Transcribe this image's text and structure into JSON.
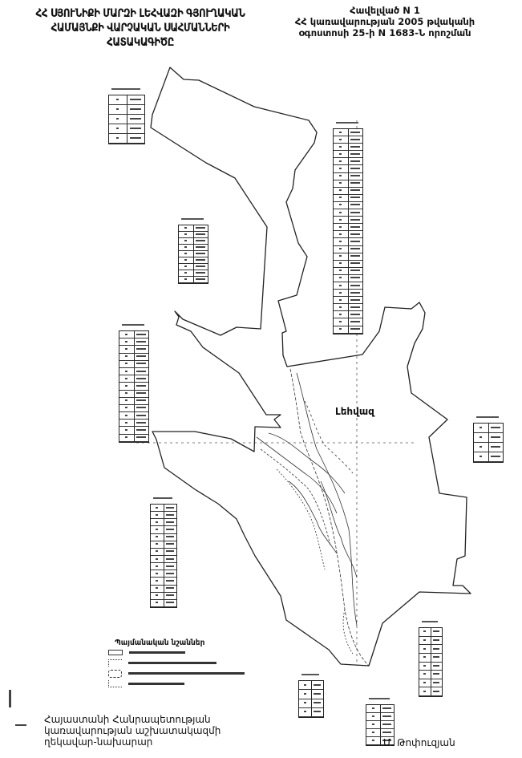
{
  "header": {
    "title_lines": [
      "ՀՀ ՍՅՈՒՆԻՔԻ ՄԱՐԶԻ ԼԵՀՎԱԶԻ ԳՅՈՒՂԱԿԱՆ",
      "ՀԱՄԱՅՆՔԻ ՎԱՐՉԱԿԱՆ  ՍԱՀՄԱՆՆԵՐԻ",
      "ՀԱՏԱԿԱԳԻԾԸ"
    ],
    "annex_lines": [
      "Հավելված N 1",
      "ՀՀ կառավարության 2005 թվականի",
      "օգոստոսի 25-ի N 1683-Ն որոշման"
    ]
  },
  "map": {
    "place_label": "Լեհվազ",
    "boundary_color": "#222222"
  },
  "legend": {
    "title": "Պայմանական նշաններ"
  },
  "footer": {
    "position_lines": [
      "Հայաստանի Հանրապետության",
      "կառավարության աշխատակազմի",
      "ղեկավար-նախարար"
    ],
    "signatory": "Մ. Թոփուզյան"
  }
}
